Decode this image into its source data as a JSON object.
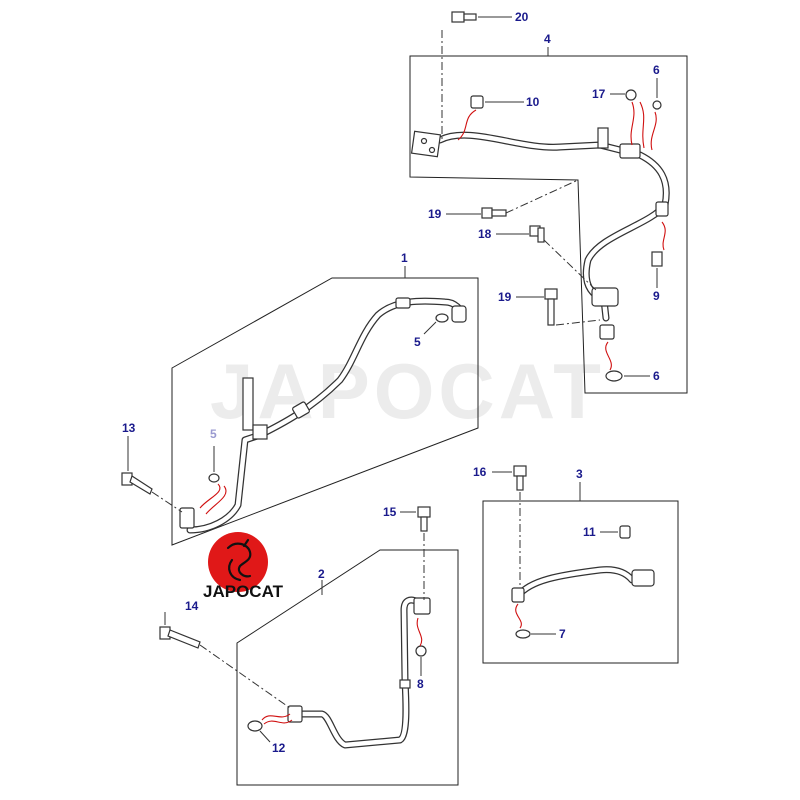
{
  "watermark": {
    "text": "JAPOCAT"
  },
  "logo": {
    "text": "JAPOCAT",
    "color": "#e01818"
  },
  "colors": {
    "callout": "#1a1a8c",
    "line": "#333333",
    "highlight": "#d01010"
  },
  "assemblies": [
    {
      "label": "1"
    },
    {
      "label": "2"
    },
    {
      "label": "3"
    },
    {
      "label": "4"
    }
  ],
  "callouts": {
    "c20": "20",
    "c17": "17",
    "c6a": "6",
    "c10": "10",
    "c19a": "19",
    "c18": "18",
    "c19b": "19",
    "c9": "9",
    "c6b": "6",
    "c5a": "5",
    "c5b": "5",
    "c13": "13",
    "c16": "16",
    "c11": "11",
    "c7": "7",
    "c15": "15",
    "c14": "14",
    "c8": "8",
    "c12": "12"
  }
}
